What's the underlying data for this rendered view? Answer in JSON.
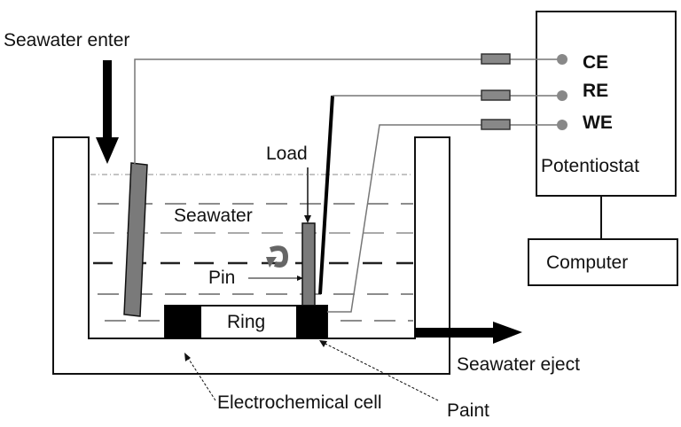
{
  "labels": {
    "seawater_enter": "Seawater enter",
    "load": "Load",
    "seawater": "Seawater",
    "pin": "Pin",
    "ring": "Ring",
    "seawater_eject": "Seawater eject",
    "electrochemical_cell": "Electrochemical cell",
    "paint": "Paint",
    "ce": "CE",
    "re": "RE",
    "we": "WE",
    "potentiostat": "Potentiostat",
    "computer": "Computer"
  },
  "colors": {
    "line": "#111111",
    "connector": "#777777",
    "terminal": "#888888",
    "rod": "#7a7a7a",
    "paint": "#000000",
    "water_dash": "#666666",
    "background": "#ffffff"
  }
}
